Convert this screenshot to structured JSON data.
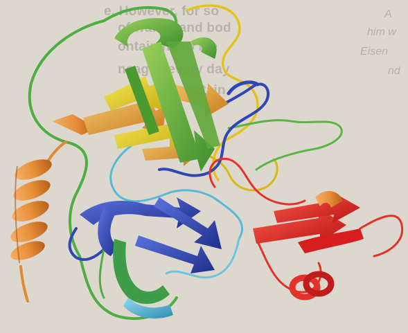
{
  "background_text": {
    "lines": [
      "e. However, for so",
      "of wafles and bod",
      "ontaining to me",
      "neages every day",
      "protein, contain"
    ],
    "right_column": [
      "A",
      "him w",
      "Eisen",
      "nd"
    ]
  },
  "palette": {
    "paper": "#dcd8ce",
    "helix_orange": "#e8903a",
    "sheet_green": "#6fb33b",
    "sheet_yellow": "#e6d21f",
    "sheet_gold": "#e7a63a",
    "sheet_blue": "#2e47b5",
    "loop_cyan": "#58b8d8",
    "domain_red": "#e22a2a",
    "coil_green": "#4fae43"
  }
}
